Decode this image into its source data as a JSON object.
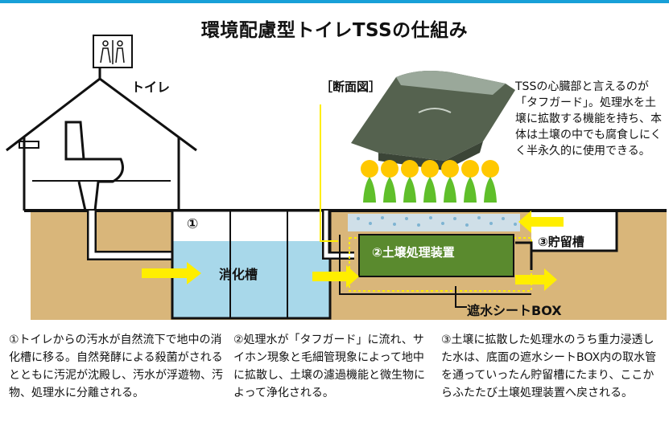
{
  "title": "環境配慮型トイレTSSの仕組み",
  "labels": {
    "toilet": "トイレ",
    "cross_section": "［断面図］",
    "digestion_tank": "消化槽",
    "marker_1": "①",
    "treatment_device": "②土壌処理装置",
    "storage_tank": "③貯留槽",
    "waterproof_box": "遮水シートBOX"
  },
  "description": "TSSの心臓部と言えるのが「タフガード」。処理水を土壌に拡散する機能を持ち、本体は土壌の中でも腐食しにくく半永久的に使用できる。",
  "captions": [
    "①トイレからの汚水が自然流下で地中の消化槽に移る。自然発酵による殺菌がされるとともに汚泥が沈殿し、汚水が浮遊物、汚物、処理水に分離される。",
    "②処理水が「タフガード」に流れ、サイホン現象と毛細管現象によって地中に拡散し、土壌の濾過機能と微生物によって浄化される。",
    "③土壌に拡散した処理水のうち重力浸透した水は、底面の遮水シートBOX内の取水管を通っていったん貯留槽にたまり、ここからふたたび土壌処理装置へ戻される。"
  ],
  "colors": {
    "accent": "#18a0d8",
    "soil": "#d9b67a",
    "water": "#a8d8ea",
    "device": "#5a8a2e",
    "arrow": "#ffee00",
    "tulip_flower": "#ffc800",
    "tulip_leaf": "#5fbf2a"
  }
}
